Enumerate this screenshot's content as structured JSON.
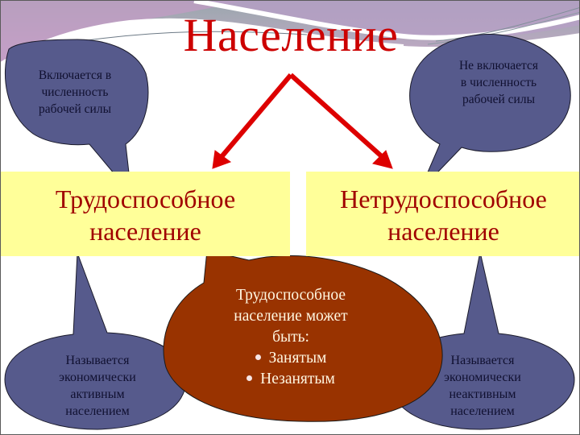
{
  "title": "Население",
  "boxes": {
    "left": {
      "line1": "Трудоспособное",
      "line2": "население"
    },
    "right": {
      "line1": "Нетрудоспособное",
      "line2": "население"
    }
  },
  "bubbles": {
    "top_left": {
      "lines": [
        "Включается в",
        "численность",
        "рабочей силы"
      ]
    },
    "top_right": {
      "lines": [
        "Не включается",
        "в численность",
        "рабочей силы"
      ]
    },
    "bottom_left": {
      "lines": [
        "Называется",
        "экономически",
        "активным",
        "населением"
      ]
    },
    "bottom_right": {
      "lines": [
        "Называется",
        "экономически",
        "неактивным",
        "населением"
      ]
    },
    "center": {
      "lines": [
        "Трудоспособное",
        "население может",
        "быть:"
      ],
      "bullets": [
        "Занятым",
        "Незанятым"
      ]
    }
  },
  "colors": {
    "title": "#cc0000",
    "box_fill": "#ffff99",
    "box_text": "#a00000",
    "bubble_blue": "#565a8c",
    "bubble_brown": "#993300",
    "arrow": "#dd0000"
  }
}
